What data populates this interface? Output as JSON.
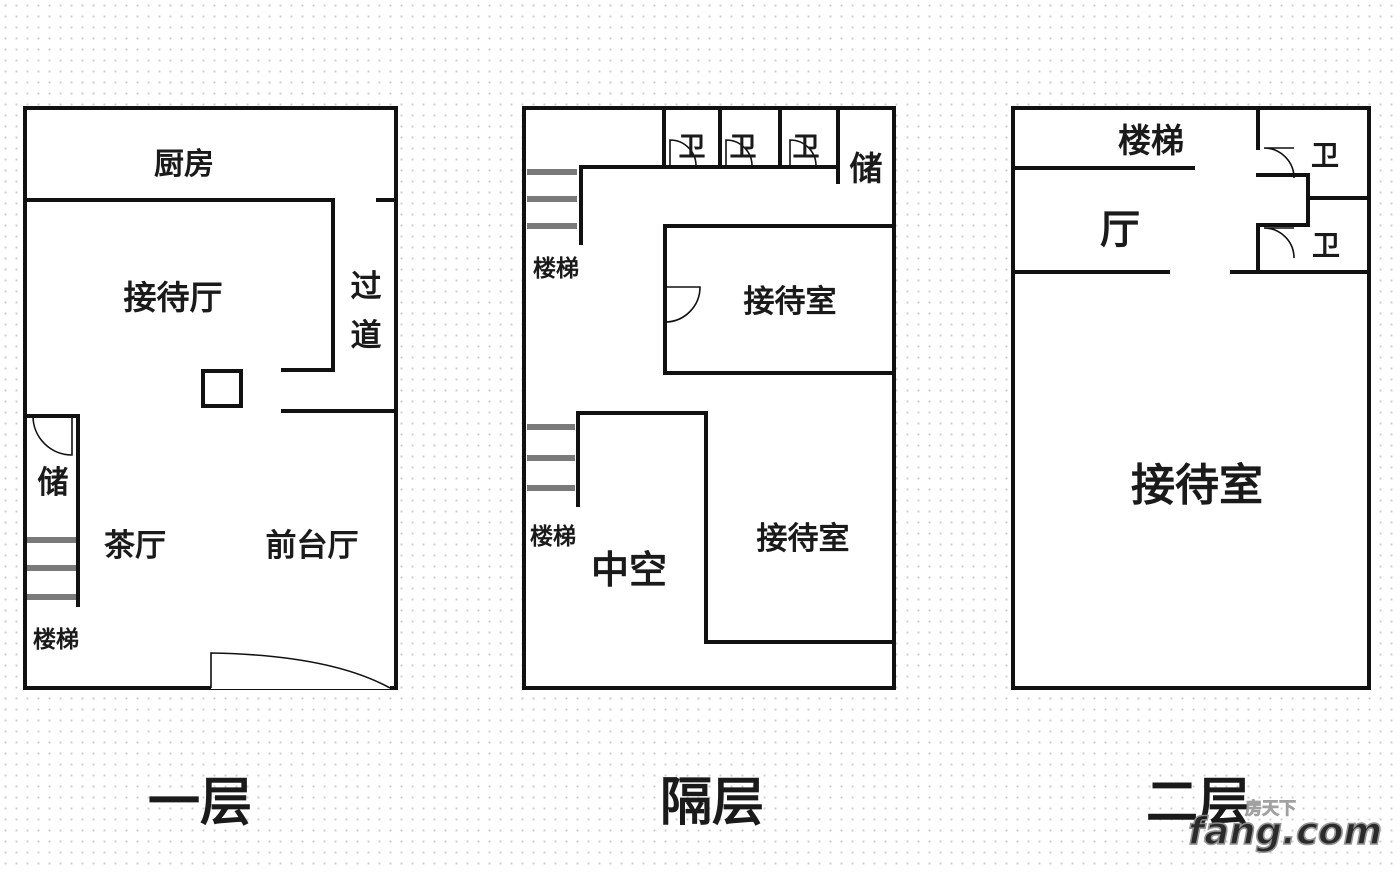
{
  "floor1": {
    "caption": "一层",
    "rooms": {
      "kitchen": "厨房",
      "reception_hall": "接待厅",
      "corridor_1": "过",
      "corridor_2": "道",
      "storage": "储",
      "tea_room": "茶厅",
      "front_desk_hall": "前台厅",
      "stairs": "楼梯"
    }
  },
  "mezzanine": {
    "caption": "隔层",
    "rooms": {
      "bath_1": "卫",
      "bath_2": "卫",
      "bath_3": "卫",
      "storage": "储",
      "stairs_top": "楼梯",
      "reception_room_1": "接待室",
      "stairs_bottom": "楼梯",
      "void": "中空",
      "reception_room_2": "接待室"
    }
  },
  "floor2": {
    "caption": "二层",
    "rooms": {
      "stairs": "楼梯",
      "bath_1": "卫",
      "hall": "厅",
      "bath_2": "卫",
      "reception_room": "接待室"
    }
  },
  "watermark": {
    "brand": "fang.com",
    "sub": "房天下"
  }
}
